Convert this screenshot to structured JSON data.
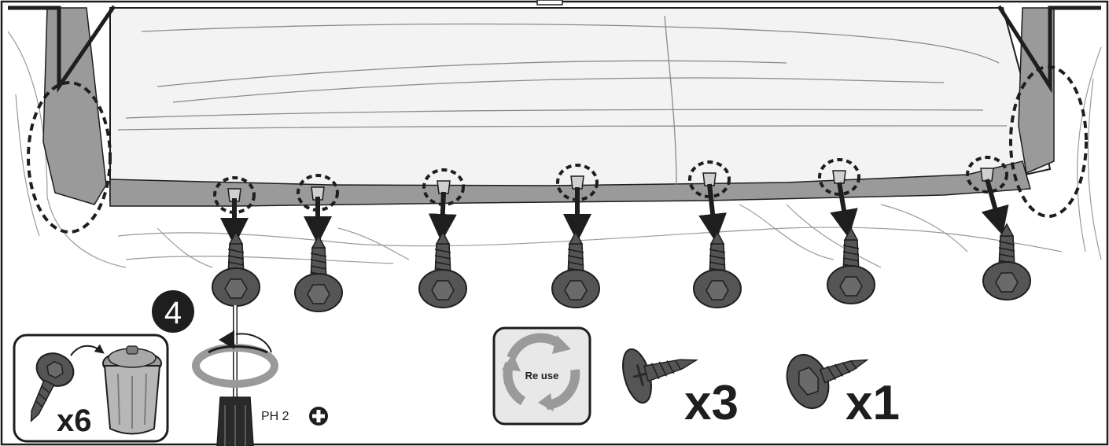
{
  "step": {
    "number": "4"
  },
  "discard": {
    "quantity_label": "x6",
    "icons": [
      "screw-icon",
      "arrow-icon",
      "trash-can-icon"
    ]
  },
  "tool": {
    "label": "PH 2",
    "icons": [
      "screwdriver-icon",
      "rotate-counterclockwise-icon",
      "phillips-cross-icon"
    ]
  },
  "reuse": {
    "badge_label": "Re use",
    "quantity_a_label": "x3",
    "quantity_b_label": "x1",
    "icons": [
      "recycle-icon",
      "panhead-screw-icon",
      "washer-screw-icon"
    ]
  },
  "colors": {
    "line": "#1e1e1e",
    "panel": "#9a9a9a",
    "panel_dark": "#7d7d7d",
    "screw": "#555555",
    "reuse_bg": "#e8e8e8"
  }
}
